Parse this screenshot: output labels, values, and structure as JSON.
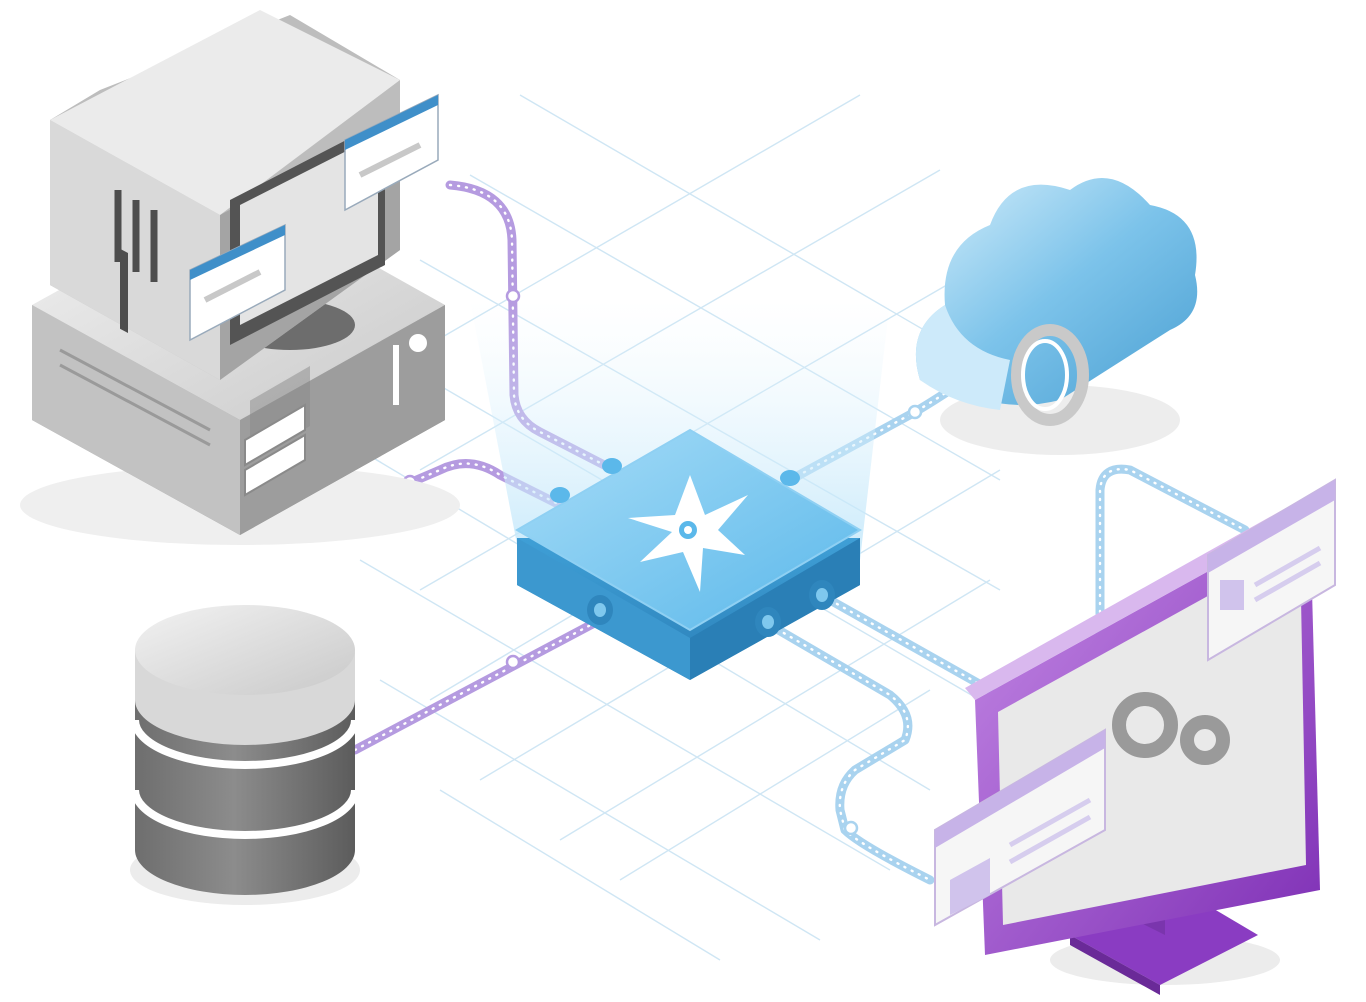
{
  "diagram": {
    "hub_icon": "shuriken-star-icon",
    "nodes": [
      {
        "id": "legacy-server",
        "icon": "mainframe-computer-icon"
      },
      {
        "id": "database",
        "icon": "database-cylinder-icon"
      },
      {
        "id": "cloud",
        "icon": "cloud-icon"
      },
      {
        "id": "desktop-app",
        "icon": "monitor-gears-icon"
      }
    ],
    "connector_colors": {
      "purple": "#b59be0",
      "blue": "#a9d3ef"
    },
    "palette": {
      "hub": "#5bb8ea",
      "monitor_frame": "#8e3fc6",
      "grid": "#cfe6f4"
    }
  }
}
